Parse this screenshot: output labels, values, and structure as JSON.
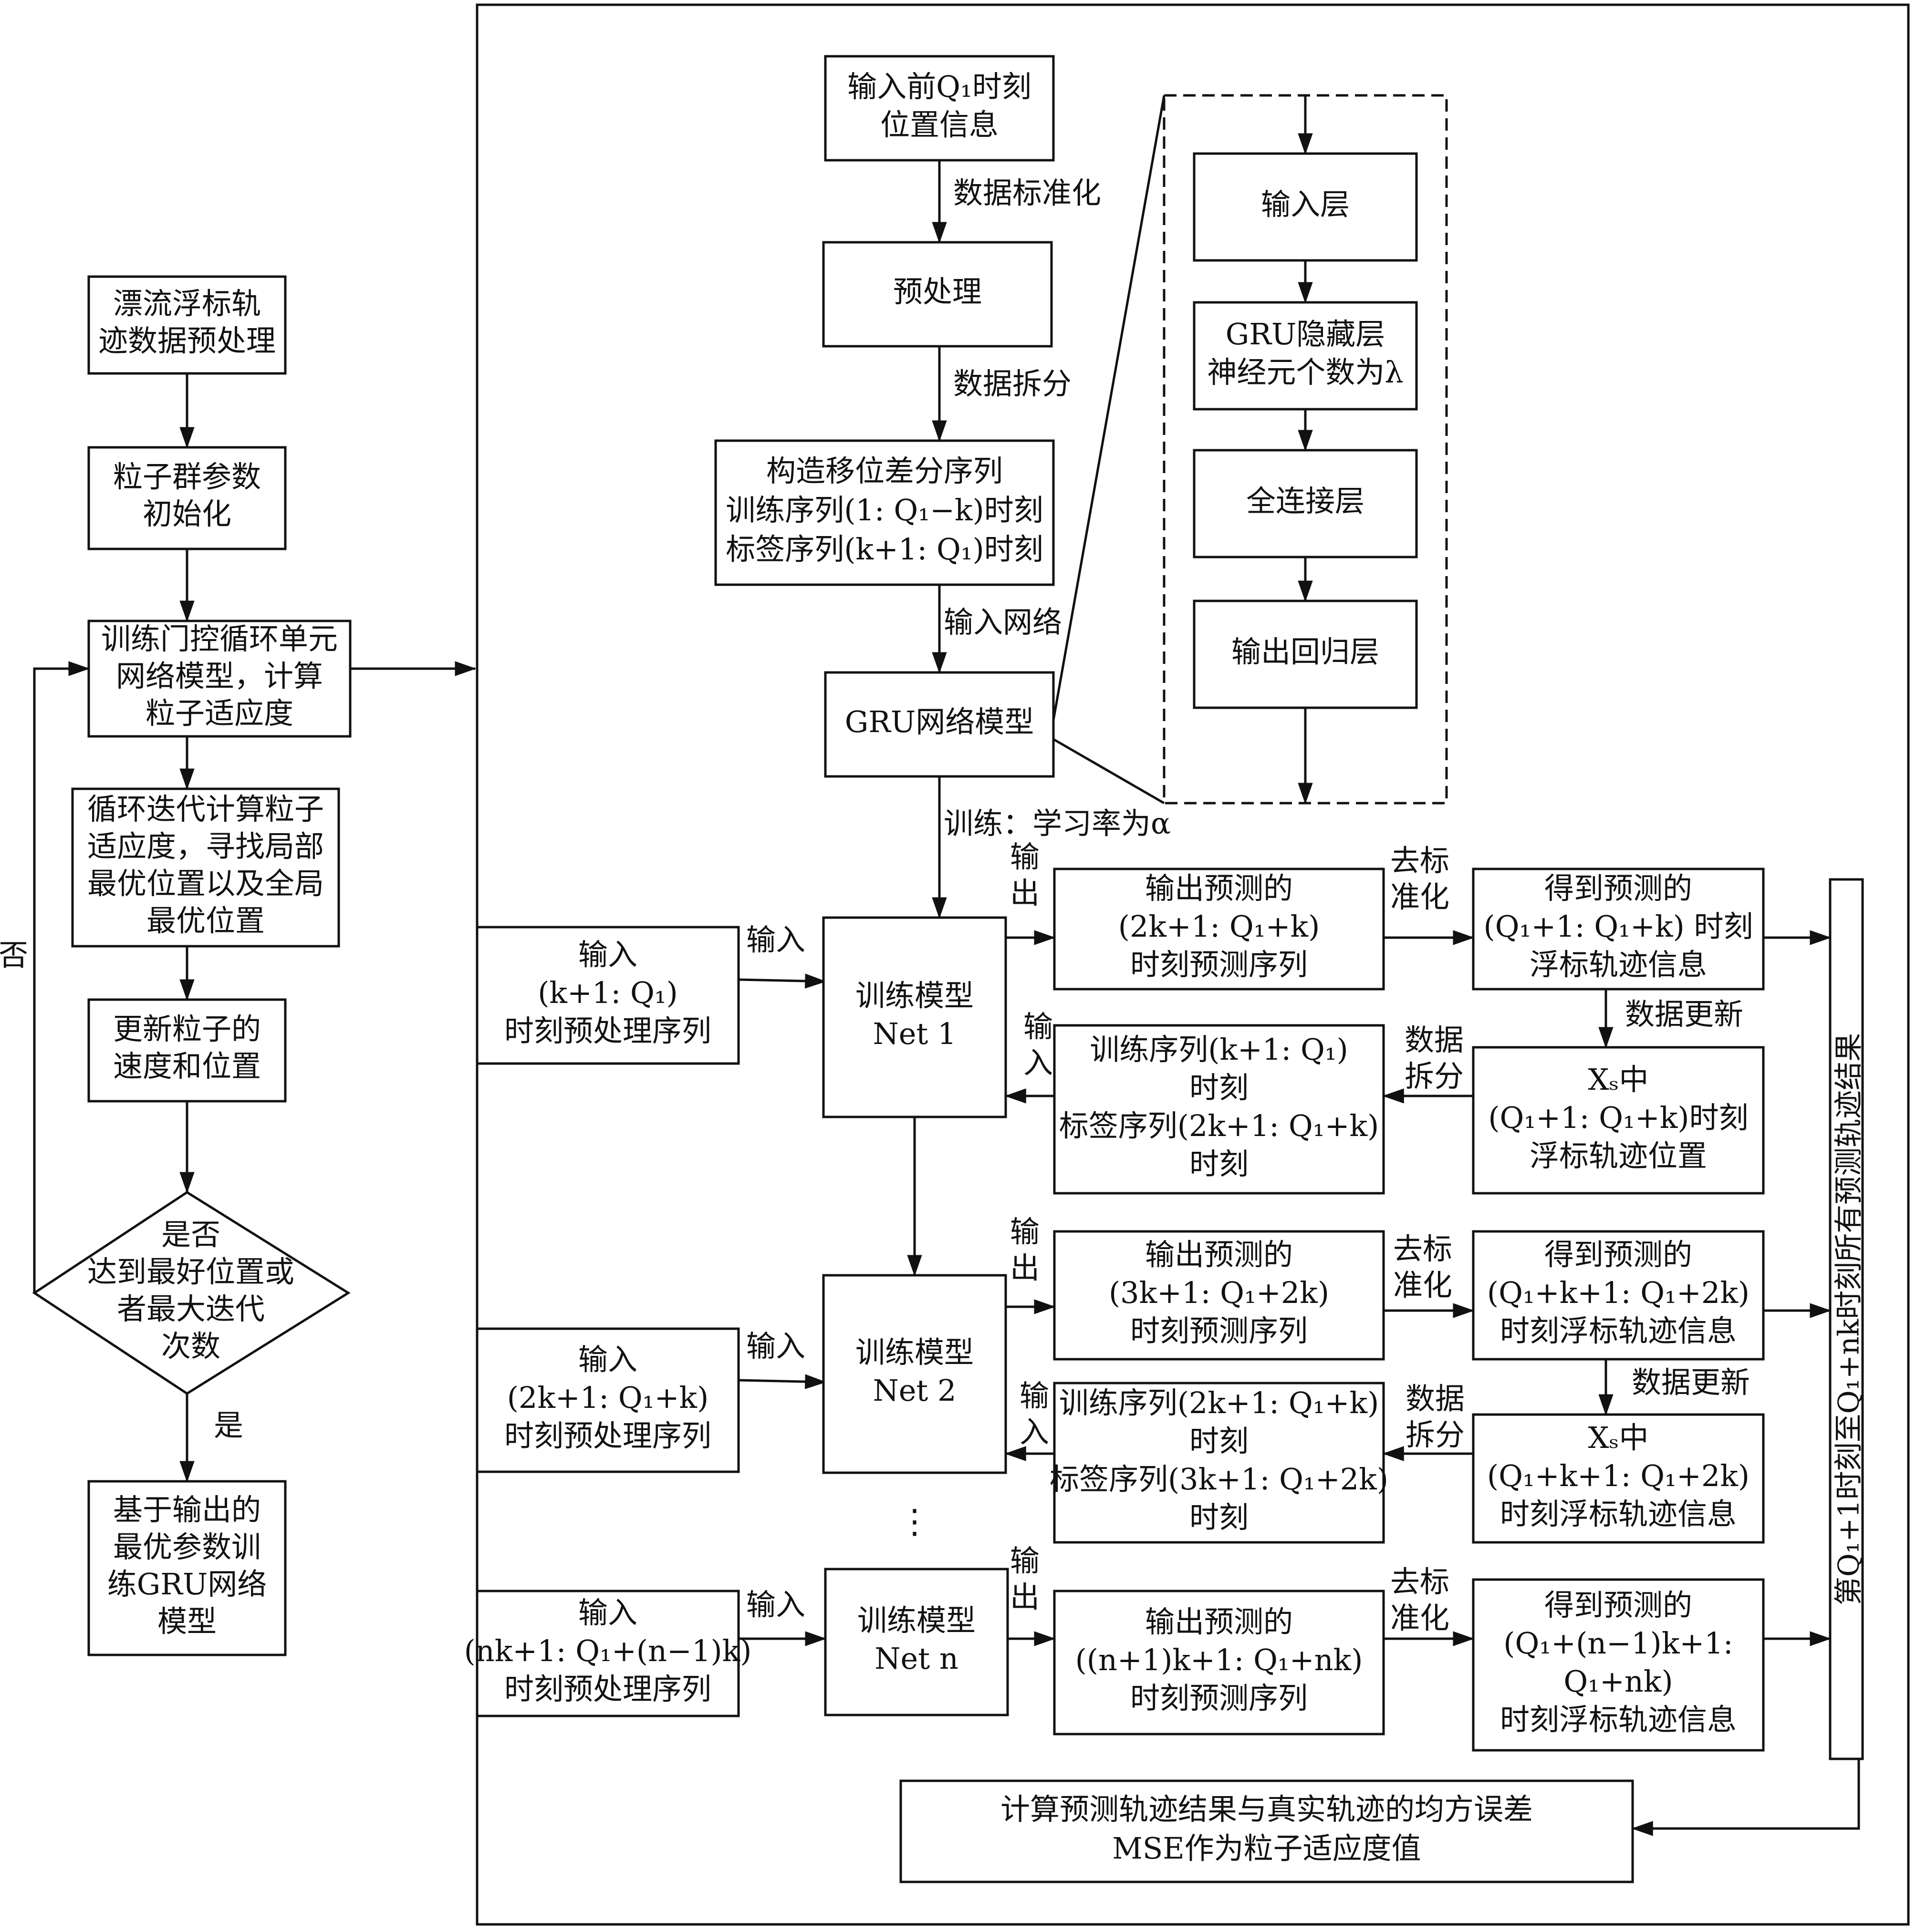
{
  "left_flow": {
    "b1": [
      "漂流浮标轨",
      "迹数据预处理"
    ],
    "b2": [
      "粒子群参数",
      "初始化"
    ],
    "b3": [
      "训练门控循环单元",
      "网络模型，计算",
      "粒子适应度"
    ],
    "b4": [
      "循环迭代计算粒子",
      "适应度，寻找局部",
      "最优位置以及全局",
      "最优位置"
    ],
    "b5": [
      "更新粒子的",
      "速度和位置"
    ],
    "decision": [
      "是否",
      "达到最好位置或",
      "者最大迭代",
      "次数"
    ],
    "yes_label": "是",
    "no_label": "否",
    "b7": [
      "基于输出的",
      "最优参数训",
      "练GRU网络",
      "模型"
    ]
  },
  "top_flow": {
    "input_box": [
      "输入前Q₁时刻",
      "位置信息"
    ],
    "label_standardize": "数据标准化",
    "preprocess": [
      "预处理"
    ],
    "label_split": "数据拆分",
    "construct": [
      "构造移位差分序列",
      "训练序列(1: Q₁−k)时刻",
      "标签序列(k+1: Q₁)时刻"
    ],
    "label_input_net": "输入网络",
    "gru_model": [
      "GRU网络模型"
    ],
    "label_train": "训练：学习率为α"
  },
  "gru_detail": {
    "layers": [
      [
        "输入层"
      ],
      [
        "GRU隐藏层",
        "神经元个数为λ"
      ],
      [
        "全连接层"
      ],
      [
        "输出回归层"
      ]
    ]
  },
  "net1": {
    "input_box": [
      "输入",
      "(k+1: Q₁)",
      "时刻预处理序列"
    ],
    "label_in": "输入",
    "model": [
      "训练模型",
      "Net 1"
    ],
    "label_out": [
      "输",
      "出"
    ],
    "pred": [
      "输出预测的",
      "(2k+1: Q₁+k)",
      "时刻预测序列"
    ],
    "label_destd": [
      "去标",
      "准化"
    ],
    "result": [
      "得到预测的",
      "(Q₁+1: Q₁+k) 时刻",
      "浮标轨迹信息"
    ],
    "label_update": "数据更新",
    "xs": [
      "Xₛ中",
      "(Q₁+1: Q₁+k)时刻",
      "浮标轨迹位置"
    ],
    "label_split": [
      "数据",
      "拆分"
    ],
    "train_seq": [
      "训练序列(k+1: Q₁)",
      "时刻",
      "标签序列(2k+1: Q₁+k)",
      "时刻"
    ],
    "label_in_back": [
      "输",
      "入"
    ]
  },
  "net2": {
    "input_box": [
      "输入",
      "(2k+1: Q₁+k)",
      "时刻预处理序列"
    ],
    "label_in": "输入",
    "model": [
      "训练模型",
      "Net 2"
    ],
    "label_out": [
      "输",
      "出"
    ],
    "pred": [
      "输出预测的",
      "(3k+1: Q₁+2k)",
      "时刻预测序列"
    ],
    "label_destd": [
      "去标",
      "准化"
    ],
    "result": [
      "得到预测的",
      "(Q₁+k+1: Q₁+2k)",
      "时刻浮标轨迹信息"
    ],
    "label_update": "数据更新",
    "xs": [
      "Xₛ中",
      "(Q₁+k+1: Q₁+2k)",
      "时刻浮标轨迹信息"
    ],
    "label_split": [
      "数据",
      "拆分"
    ],
    "train_seq": [
      "训练序列(2k+1: Q₁+k)",
      "时刻",
      "标签序列(3k+1: Q₁+2k)",
      "时刻"
    ],
    "label_in_back": [
      "输",
      "入"
    ]
  },
  "ellipsis": "⋮",
  "netn": {
    "input_box": [
      "输入",
      "(nk+1: Q₁+(n−1)k)",
      "时刻预处理序列"
    ],
    "label_in": "输入",
    "model": [
      "训练模型",
      "Net n"
    ],
    "label_out": [
      "输",
      "出"
    ],
    "pred": [
      "输出预测的",
      "((n+1)k+1: Q₁+nk)",
      "时刻预测序列"
    ],
    "label_destd": [
      "去标",
      "准化"
    ],
    "result": [
      "得到预测的",
      "(Q₁+(n−1)k+1:",
      "Q₁+nk)",
      "时刻浮标轨迹信息"
    ]
  },
  "collector": "第Q₁+1时刻至Q₁+nk时刻所有预测轨迹结果",
  "mse_box": [
    "计算预测轨迹结果与真实轨迹的均方误差",
    "MSE作为粒子适应度值"
  ]
}
